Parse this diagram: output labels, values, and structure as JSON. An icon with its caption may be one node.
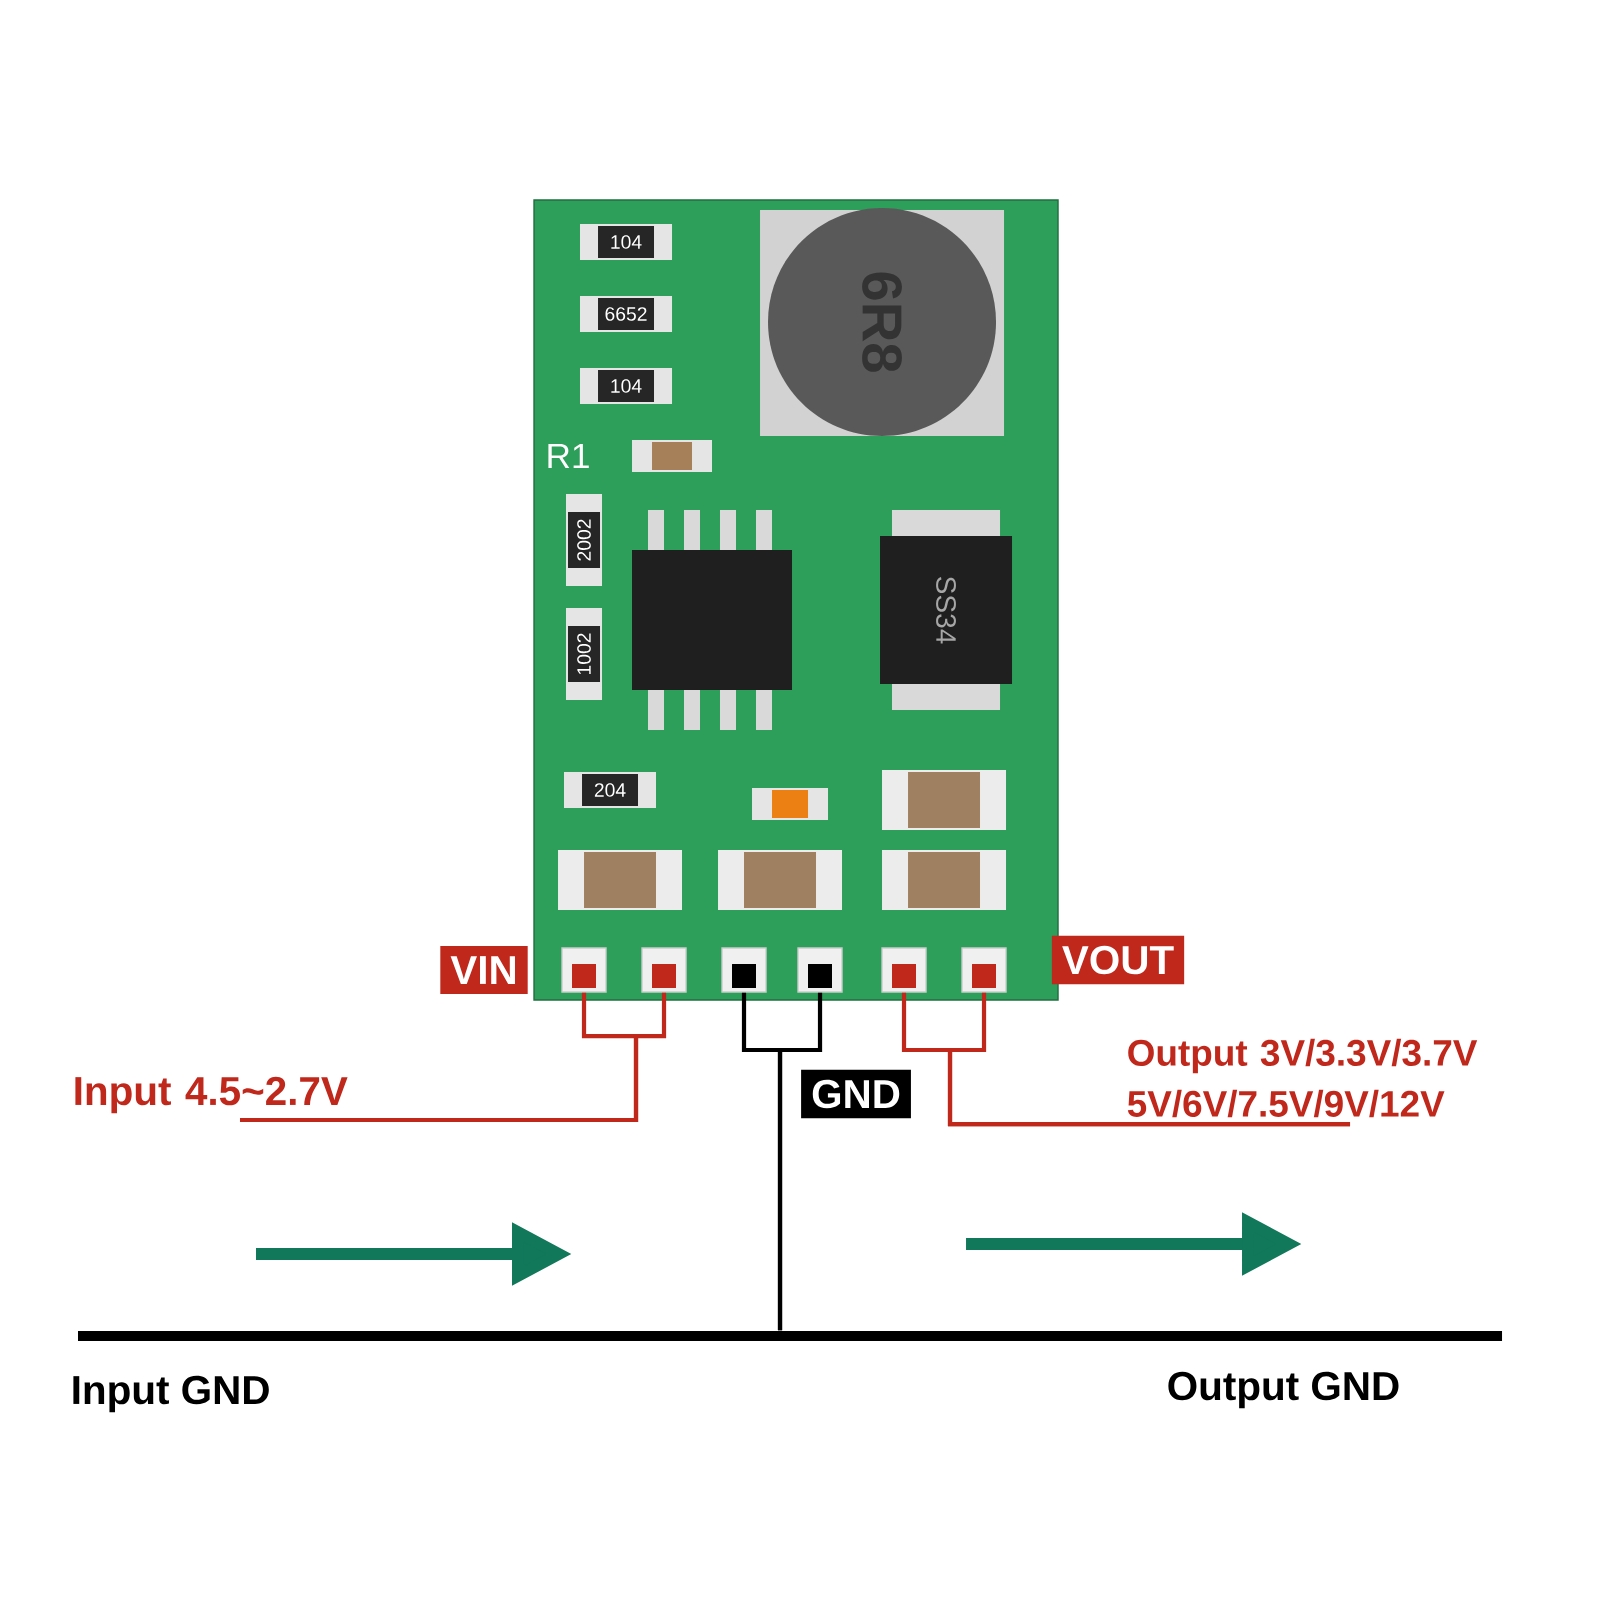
{
  "diagram": {
    "nodes": [
      {
        "text": [],
        "shape": "picture"
      },
      {
        "text": [],
        "shape": "box",
        "in": 0
      },
      {
        "text": [],
        "shape": "box",
        "in": 0
      },
      {
        "text": [],
        "shape": "box",
        "in": 0
      },
      {
        "text": [],
        "shape": "box",
        "in": 0
      },
      {
        "text": [],
        "shape": "box",
        "in": 0
      },
      {
        "text": [],
        "shape": "box",
        "in": 0
      },
      {
        "text": [
          "VIN"
        ]
      },
      {
        "text": [
          "VOUT"
        ]
      },
      {
        "text": [
          "Input 4.5~2.7V"
        ]
      },
      {
        "text": [
          "GND"
        ]
      },
      {
        "text": [
          "Output 3V/3.3V/3.7V 5V/6V/7.5V/9V/12V"
        ]
      },
      {
        "text": [],
        "shape": "bar",
        "beside": [
          "Input GND",
          "Output GND"
        ]
      }
    ],
    "edges": [
      {
        "from": 1,
        "to": 9,
        "arrow": "none"
      },
      {
        "from": 2,
        "to": 9,
        "arrow": "none"
      },
      {
        "from": 3,
        "to": 12,
        "arrow": "none",
        "color": "#000000"
      },
      {
        "from": 4,
        "to": 12,
        "arrow": "none",
        "color": "#000000"
      },
      {
        "from": 5,
        "to": 11,
        "arrow": "none"
      },
      {
        "from": 6,
        "to": 11,
        "arrow": "none"
      }
    ],
    "labels": [
      "104",
      "6652",
      "104",
      "R1",
      "2002",
      "1002",
      "6R8",
      "SS34",
      "204"
    ]
  }
}
